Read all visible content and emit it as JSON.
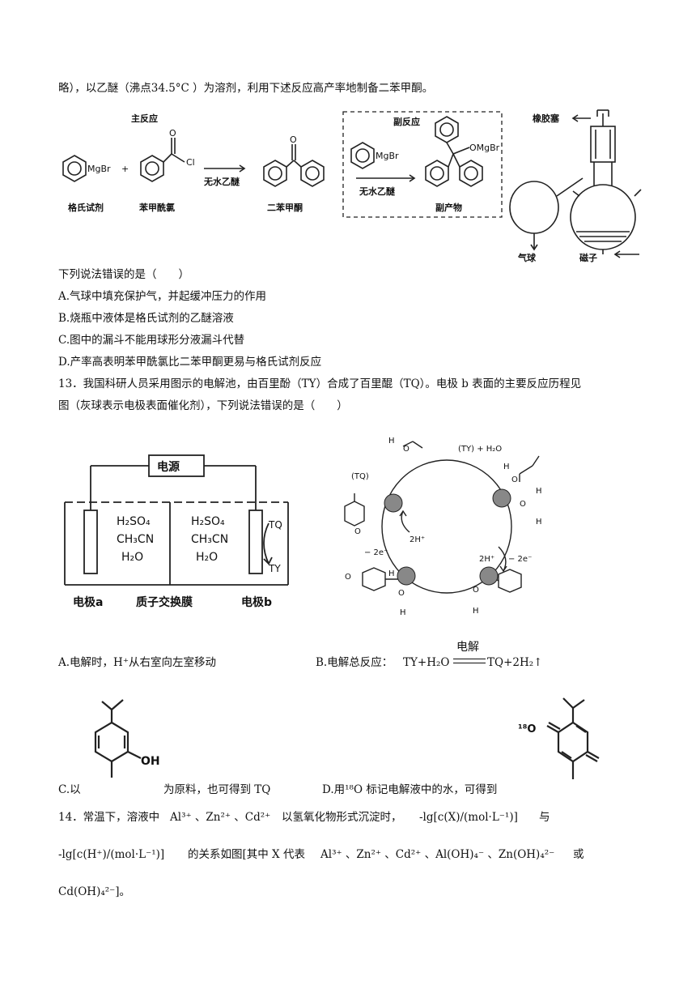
{
  "intro_line": "略），以乙醚（沸点34.5°C ）为溶剂，利用下述反应高产率地制备二苯甲酮。",
  "fig12": {
    "main_title": "主反应",
    "side_title": "副反应",
    "mgbr": "MgBr",
    "cl": "Cl",
    "o": "O",
    "omgbr": "OMgBr",
    "cond1": "无水乙醚",
    "cond2": "无水乙醚",
    "label_grignard": "格氏试剂",
    "label_benzoyl": "苯甲酰氯",
    "label_benzophenone": "二苯甲酮",
    "label_byproduct": "副产物",
    "label_rubber": "橡胶塞",
    "label_balloon": "气球",
    "label_stirbar": "磁子"
  },
  "q12": {
    "stem": "下列说法错误的是（　　）",
    "A": "A.气球中填充保护气，并起缓冲压力的作用",
    "B": "B.烧瓶中液体是格氏试剂的乙醚溶液",
    "C": "C.图中的漏斗不能用球形分液漏斗代替",
    "D": "D.产率高表明苯甲酰氯比二苯甲酮更易与格氏试剂反应"
  },
  "q13": {
    "line1": "13．我国科研人员采用图示的电解池，由百里酚（TY）合成了百里醌（TQ）。电极 b 表面的主要反应历程见",
    "line2": "图（灰球表示电极表面催化剂），下列说法错误的是（　　）",
    "cell": {
      "power": "电源",
      "sol_left": [
        "H₂SO₄",
        "CH₃CN",
        "H₂O"
      ],
      "sol_right": [
        "H₂SO₄",
        "CH₃CN",
        "H₂O"
      ],
      "tq": "TQ",
      "ty": "TY",
      "electrode_a": "电极a",
      "membrane": "质子交换膜",
      "electrode_b": "电极b"
    },
    "cycle": {
      "ty_h2o": "(TY) + H₂O",
      "tq": "(TQ)",
      "two_h_left": "2H⁺",
      "two_e_left": "− 2e⁻",
      "two_h_right": "2H⁺",
      "two_e_right": "− 2e⁻",
      "h": "H",
      "o": "O"
    },
    "A": "A.电解时，H⁺从右室向左室移动",
    "B_label": "B.电解总反应：",
    "B_eq_left": "TY+H₂O",
    "B_cond": "电解",
    "B_eq_right": "TQ+2H₂↑",
    "C_pre": "C.以",
    "C_post": "为原料，也可得到 TQ",
    "C_oh": "OH",
    "D_text": "D.用¹⁸O 标记电解液中的水，可得到",
    "D_label": "¹⁸O"
  },
  "q14": {
    "line1_a": "14．常温下，溶液中",
    "line1_b": "Al³⁺ 、Zn²⁺ 、Cd²⁺",
    "line1_c": "以氢氧化物形式沉淀时，",
    "line1_d": "-lg[c(X)/(mol·L⁻¹)]",
    "line1_e": "与",
    "line2_a": "-lg[c(H⁺)/(mol·L⁻¹)]",
    "line2_b": "的关系如图[其中 X 代表",
    "line2_c": "Al³⁺ 、Zn²⁺ 、Cd²⁺ 、Al(OH)₄⁻ 、Zn(OH)₄²⁻",
    "line2_d": "或",
    "line3": "Cd(OH)₄²⁻]。"
  }
}
